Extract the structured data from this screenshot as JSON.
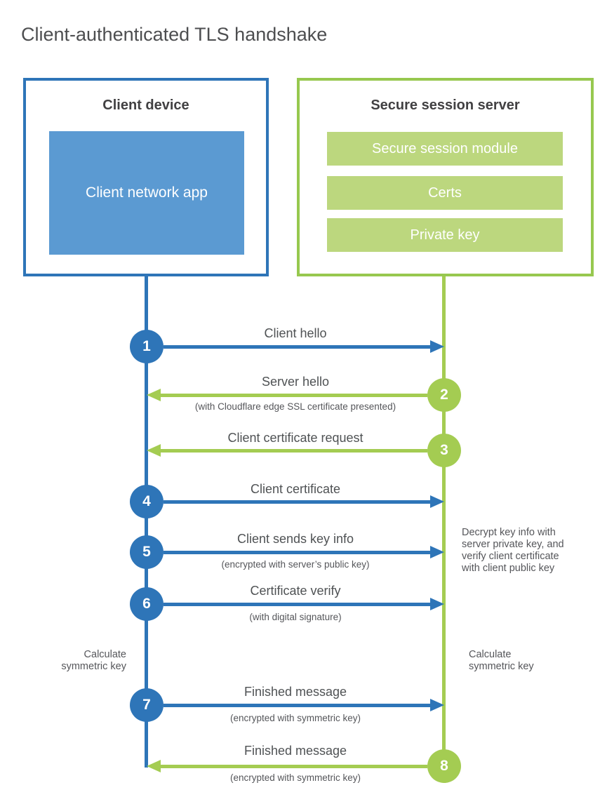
{
  "title": "Client-authenticated TLS handshake",
  "client_box": {
    "title": "Client device",
    "app_label": "Client network app"
  },
  "server_box": {
    "title": "Secure session server",
    "modules": [
      "Secure session module",
      "Certs",
      "Private key"
    ]
  },
  "steps": [
    {
      "number": "1",
      "label": "Client hello",
      "sublabel": "",
      "direction": "client-to-server"
    },
    {
      "number": "2",
      "label": "Server hello",
      "sublabel": "(with Cloudflare edge SSL certificate presented)",
      "direction": "server-to-client"
    },
    {
      "number": "3",
      "label": "Client certificate request",
      "sublabel": "",
      "direction": "server-to-client"
    },
    {
      "number": "4",
      "label": "Client certificate",
      "sublabel": "",
      "direction": "client-to-server"
    },
    {
      "number": "5",
      "label": "Client sends key info",
      "sublabel": "(encrypted with server’s public key)",
      "direction": "client-to-server"
    },
    {
      "number": "6",
      "label": "Certificate verify",
      "sublabel": "(with digital signature)",
      "direction": "client-to-server"
    },
    {
      "number": "7",
      "label": "Finished message",
      "sublabel": "(encrypted with symmetric key)",
      "direction": "client-to-server"
    },
    {
      "number": "8",
      "label": "Finished message",
      "sublabel": "(encrypted with symmetric key)",
      "direction": "server-to-client"
    }
  ],
  "annotations": {
    "decrypt_note": "Decrypt key info with\nserver private key, and\nverify client certificate\nwith client public key",
    "calculate_left": "Calculate\nsymmetric key",
    "calculate_right": "Calculate\nsymmetric key"
  },
  "colors": {
    "blue_line": "#2e75b8",
    "blue_fill": "#5b9ad2",
    "green_line": "#a4cc52",
    "green_border": "#97c84f",
    "green_bar_fill": "#bcd77e",
    "text": "#55565a",
    "heading": "#414042"
  }
}
